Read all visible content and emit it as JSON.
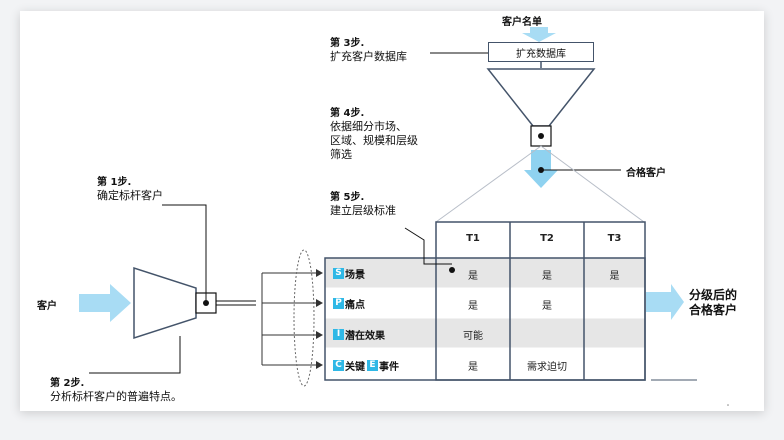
{
  "top_input": "客户名单",
  "database_label": "扩充数据库",
  "qualified_customers": "合格客户",
  "customers": "客户",
  "output_label": "分级后的\n合格客户",
  "steps": {
    "step1": {
      "title": "第 1步.",
      "text": "确定标杆客户"
    },
    "step2": {
      "title": "第 2步.",
      "text": "分析标杆客户的普遍特点。"
    },
    "step3": {
      "title": "第 3步.",
      "text": "扩充客户数据库"
    },
    "step4": {
      "title": "第 4步.",
      "text": " 依据细分市场、\n区域、规模和层级\n筛选"
    },
    "step5": {
      "title": "第 5步.",
      "text": "建立层级标准"
    }
  },
  "table": {
    "columns": [
      "T1",
      "T2",
      "T3"
    ],
    "rows": [
      {
        "parts": [
          {
            "letter": "S",
            "text": "场景"
          }
        ],
        "values": [
          "是",
          "是",
          "是"
        ]
      },
      {
        "parts": [
          {
            "letter": "P",
            "text": "痛点"
          }
        ],
        "values": [
          "是",
          "是",
          ""
        ]
      },
      {
        "parts": [
          {
            "letter": "I",
            "text": "潜在效果"
          }
        ],
        "values": [
          "可能",
          "",
          ""
        ]
      },
      {
        "parts": [
          {
            "letter": "C",
            "text": "关键"
          },
          {
            "letter": "E",
            "text": "事件"
          }
        ],
        "values": [
          "是",
          "需求迫切",
          ""
        ]
      }
    ]
  },
  "colors": {
    "arrow": "#a8dcf4",
    "arrow_dark": "#8fd2f0",
    "letter_badge": "#2fb8e6",
    "table_border": "#44546a",
    "row_shade": "#e6e6e6"
  }
}
